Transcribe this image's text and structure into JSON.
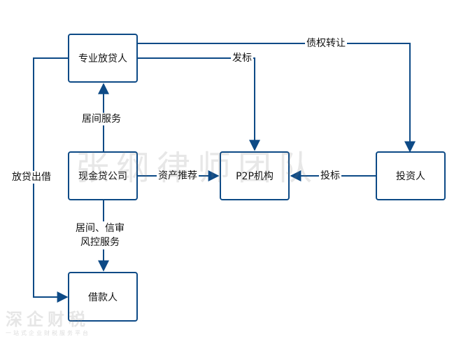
{
  "nodes": {
    "pro_lender": "专业放贷人",
    "cash_loan": "现金贷公司",
    "p2p": "P2P机构",
    "investor": "投资人",
    "borrower": "借款人"
  },
  "edges": {
    "claim_transfer": "债权转让",
    "issue": "发标",
    "intermediary": "居间服务",
    "lend": "放贷出借",
    "asset_recommend": "资产推荐",
    "bid": "投标",
    "services_line1": "居间、信审",
    "services_line2": "风控服务"
  },
  "watermark": "张纲律师团队",
  "logo": {
    "main": "深企财税",
    "sub": "一站式企业财税服务平台"
  },
  "colors": {
    "line": "#0d4a86"
  }
}
